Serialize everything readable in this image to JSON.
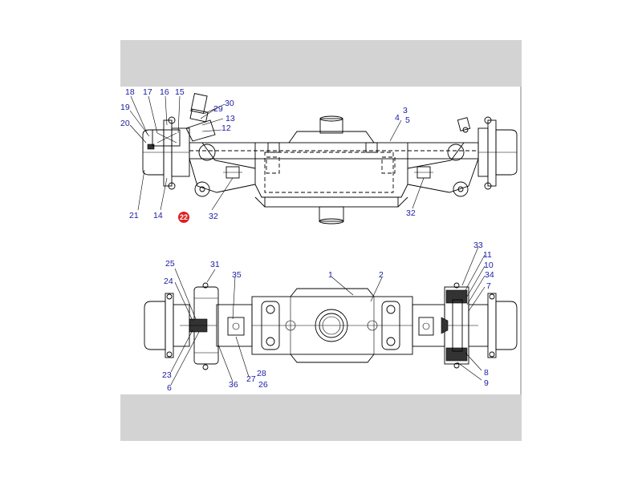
{
  "colors": {
    "band": "#d3d3d3",
    "callout_text": "#1a1aa6",
    "highlight": "#e02020"
  },
  "callouts": {
    "c1": "1",
    "c2": "2",
    "c3": "3",
    "c4": "4",
    "c5": "5",
    "c6": "6",
    "c7": "7",
    "c8": "8",
    "c9": "9",
    "c10": "10",
    "c11": "11",
    "c12": "12",
    "c13": "13",
    "c14": "14",
    "c15": "15",
    "c16": "16",
    "c17": "17",
    "c18": "18",
    "c19": "19",
    "c20": "20",
    "c21": "21",
    "c22": "22",
    "c23": "23",
    "c24": "24",
    "c25": "25",
    "c26": "26",
    "c27": "27",
    "c28": "28",
    "c29": "29",
    "c30": "30",
    "c31": "31",
    "c32a": "32",
    "c32b": "32",
    "c33": "33",
    "c34": "34",
    "c35": "35",
    "c36": "36"
  },
  "highlighted_callout": "22"
}
